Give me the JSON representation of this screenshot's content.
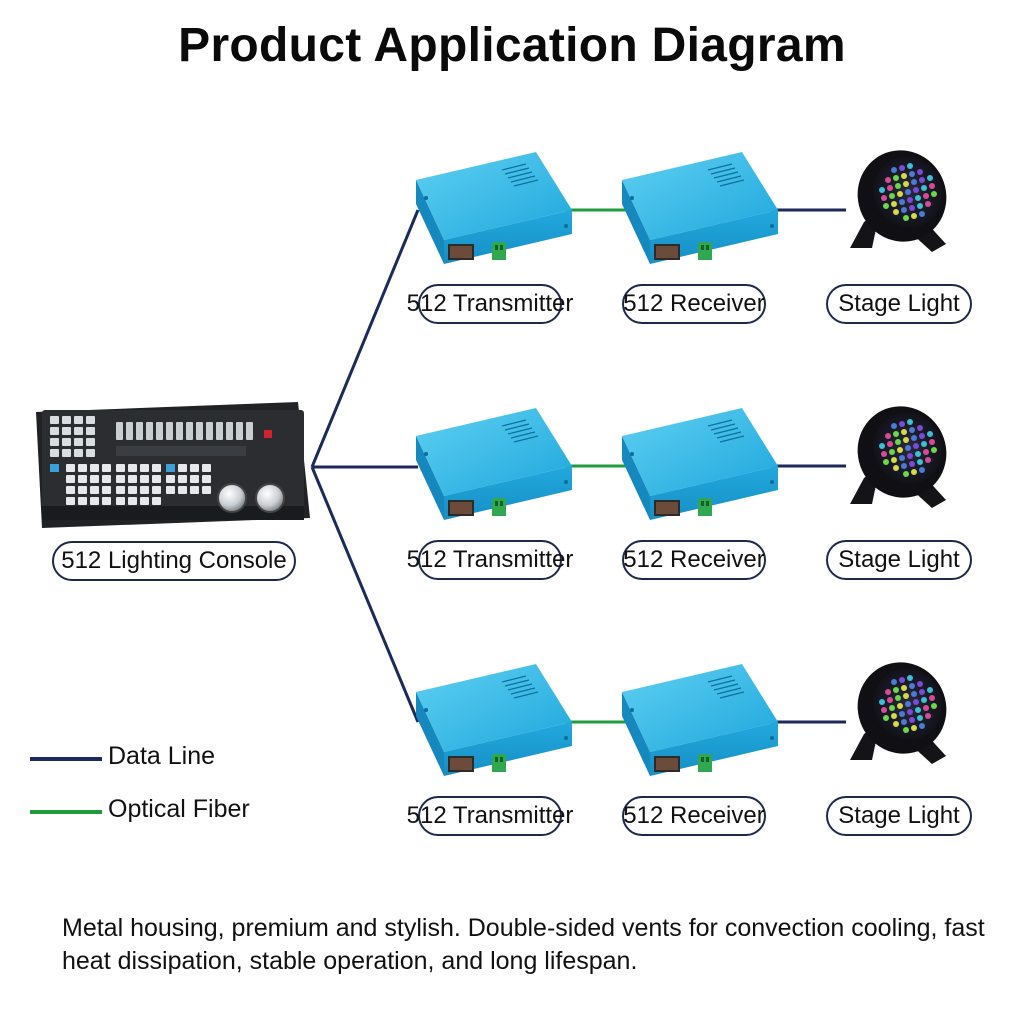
{
  "title": "Product Application Diagram",
  "console": {
    "label": "512 Lighting Console"
  },
  "rows": [
    {
      "transmitter": "512 Transmitter",
      "receiver": "512 Receiver",
      "light": "Stage Light"
    },
    {
      "transmitter": "512 Transmitter",
      "receiver": "512 Receiver",
      "light": "Stage Light"
    },
    {
      "transmitter": "512 Transmitter",
      "receiver": "512 Receiver",
      "light": "Stage Light"
    }
  ],
  "legend": {
    "data_line": "Data Line",
    "optical_fiber": "Optical Fiber"
  },
  "colors": {
    "data_line": "#1b2a5a",
    "optical_fiber": "#1f9a3c",
    "device_body": "#2bb6e6"
  },
  "note": "Metal housing, premium and stylish. Double-sided vents for convection cooling, fast heat dissipation, stable operation, and long lifespan."
}
